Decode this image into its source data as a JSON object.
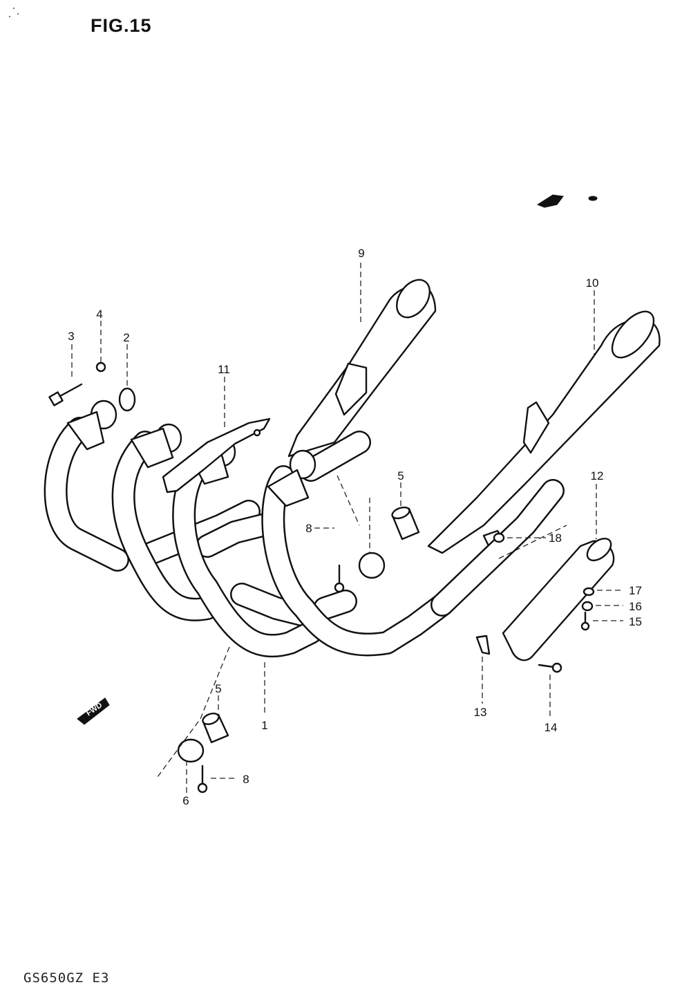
{
  "header": {
    "figure": "FIG.15"
  },
  "footer": {
    "model_code": "GS650GZ E3"
  },
  "fwd_label": "FWD",
  "callouts": [
    {
      "id": "c1",
      "text": "1"
    },
    {
      "id": "c2",
      "text": "2"
    },
    {
      "id": "c3",
      "text": "3"
    },
    {
      "id": "c4",
      "text": "4"
    },
    {
      "id": "c5a",
      "text": "5"
    },
    {
      "id": "c5b",
      "text": "5"
    },
    {
      "id": "c6",
      "text": "6"
    },
    {
      "id": "c8a",
      "text": "8"
    },
    {
      "id": "c8b",
      "text": "8"
    },
    {
      "id": "c9",
      "text": "9"
    },
    {
      "id": "c10",
      "text": "10"
    },
    {
      "id": "c11",
      "text": "11"
    },
    {
      "id": "c12",
      "text": "12"
    },
    {
      "id": "c13",
      "text": "13"
    },
    {
      "id": "c14",
      "text": "14"
    },
    {
      "id": "c15",
      "text": "15"
    },
    {
      "id": "c16",
      "text": "16"
    },
    {
      "id": "c17",
      "text": "17"
    },
    {
      "id": "c18",
      "text": "18"
    }
  ]
}
